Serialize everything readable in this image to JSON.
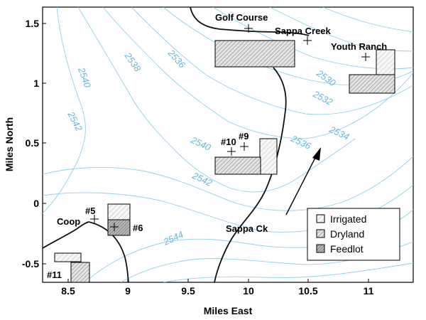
{
  "axes": {
    "x_title": "Miles East",
    "y_title": "Miles North",
    "x_ticks": [
      "8.5",
      "9",
      "9.5",
      "10",
      "10.5",
      "11"
    ],
    "y_ticks": [
      "1.5",
      "1",
      "0.5",
      "0",
      "-0.5"
    ]
  },
  "contours": [
    "2540",
    "2538",
    "2536",
    "2530",
    "2532",
    "2534",
    "2536",
    "2540",
    "2542",
    "2542",
    "2544"
  ],
  "places": {
    "golf_course": "Golf Course",
    "sappa_creek": "Sappa Creek",
    "youth_ranch": "Youth Ranch",
    "coop": "Coop",
    "sappa_ck": "Sappa Ck"
  },
  "wells": {
    "w10": "#10",
    "w9": "#9",
    "w5": "#5",
    "w6": "#6",
    "w11": "#11"
  },
  "legend": {
    "irrigated": "Irrigated",
    "dryland": "Dryland",
    "feedlot": "Feedlot"
  },
  "colors": {
    "contour": "#8fd0ee",
    "irrigated_fill": "#f4f4f4",
    "dryland_fill": "#d8d8d8",
    "feedlot_fill": "#a8a8a8"
  }
}
